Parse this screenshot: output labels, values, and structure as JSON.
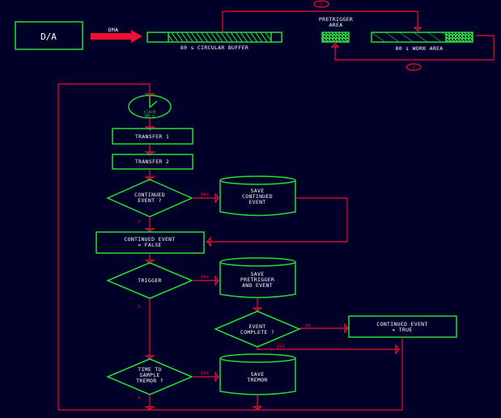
{
  "colors": {
    "background": "#000028",
    "shape_stroke": "#22dd33",
    "flow_line": "#ee1133",
    "text": "#ffffff"
  },
  "top": {
    "da_box": "D/A",
    "dma_label": "DMA",
    "circular_buffer_label": "80 s CIRCULAR BUFFER",
    "pretrigger_area_label_1": "PRETRIGGER",
    "pretrigger_area_label_2": "AREA",
    "work_area_label": "80 s WORK AREA",
    "path_1": "1",
    "path_2": "2"
  },
  "flow": {
    "clock_label_1": "clock",
    "clock_label_2": "80 s",
    "transfer_1": "TRANSFER 1",
    "transfer_2": "TRANSFER 2",
    "continued_event_q_1": "CONTINUED",
    "continued_event_q_2": "EVENT ?",
    "save_continued_1": "SAVE",
    "save_continued_2": "CONTINUED",
    "save_continued_3": "EVENT",
    "continued_false_1": "CONTINUED EVENT",
    "continued_false_2": "= FALSE",
    "trigger_q": "TRIGGER",
    "save_pretrigger_1": "SAVE",
    "save_pretrigger_2": "PRETRIGGER",
    "save_pretrigger_3": "AND EVENT",
    "event_complete_1": "EVENT",
    "event_complete_2": "COMPLETE ?",
    "continued_true_1": "CONTINUED EVENT",
    "continued_true_2": "= TRUE",
    "time_sample_1": "TIME TO",
    "time_sample_2": "SAMPLE",
    "time_sample_3": "TREMOR ?",
    "save_tremor_1": "SAVE",
    "save_tremor_2": "TREMOR"
  },
  "edge_labels": {
    "yes": "yes",
    "no": "no",
    "n": "n"
  }
}
